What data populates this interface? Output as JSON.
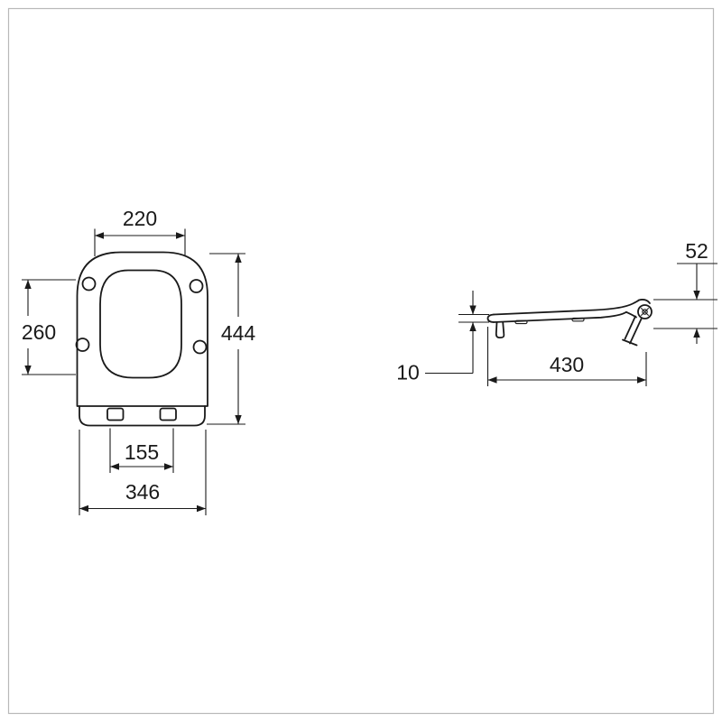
{
  "dimensions": {
    "top_view": {
      "width_top": "220",
      "height_left": "260",
      "height_right": "444",
      "hinge_spacing": "155",
      "width_bottom": "346"
    },
    "side_view": {
      "height_right": "52",
      "thickness_left": "10",
      "length_bottom": "430"
    }
  },
  "colors": {
    "line": "#1a1a1a",
    "dim_line": "#1a1a1a",
    "frame": "#b9b9b9",
    "background": "#ffffff"
  }
}
